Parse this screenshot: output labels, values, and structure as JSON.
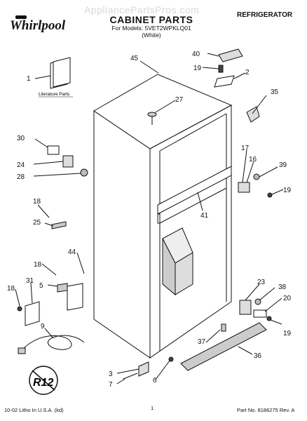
{
  "watermark": "AppliancePartsPros.com",
  "header": {
    "brand": "Whirlpool",
    "title": "CABINET PARTS",
    "models_line": "For Models: 5VET2WPKLQ01",
    "color_line": "(White)",
    "category": "REFRIGERATOR"
  },
  "diagram": {
    "literature_label": "Literature Parts",
    "logo_text": "R12",
    "callouts": [
      "45",
      "40",
      "19",
      "2",
      "35",
      "27",
      "1",
      "30",
      "24",
      "28",
      "17",
      "16",
      "39",
      "19",
      "41",
      "18",
      "25",
      "44",
      "18",
      "5",
      "18",
      "31",
      "9",
      "23",
      "38",
      "20",
      "19",
      "37",
      "36",
      "3",
      "7",
      "6"
    ]
  },
  "footer": {
    "litho": "10-02 Litho In U.S.A. (kd)",
    "page": "1",
    "part_no": "Part No. 8186275 Rev. A"
  }
}
